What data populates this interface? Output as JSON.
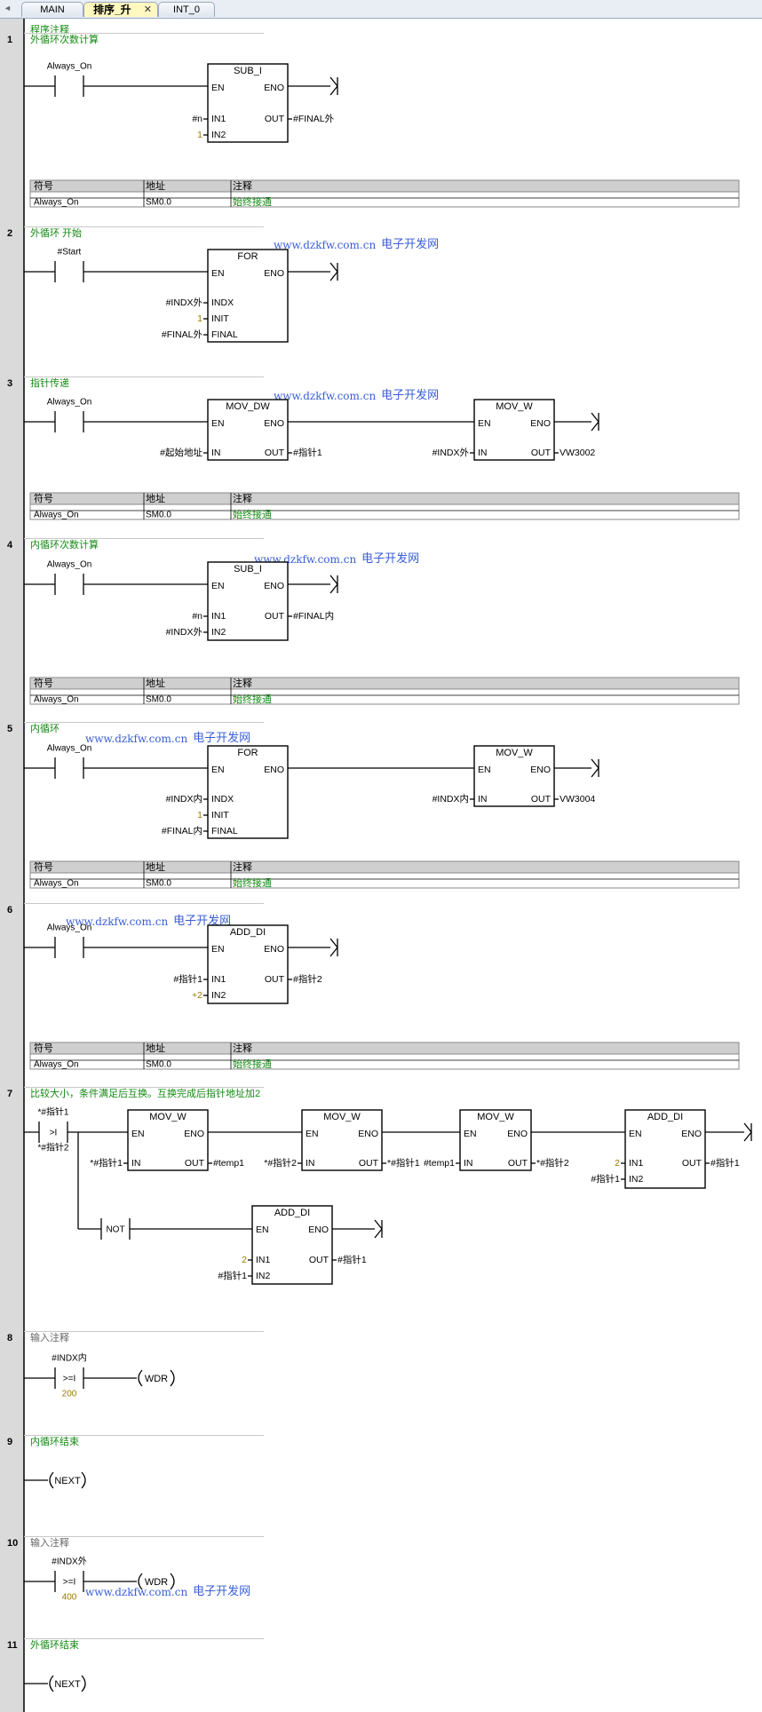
{
  "tabs": [
    {
      "label": "MAIN"
    },
    {
      "label": "排序_升",
      "active": true
    },
    {
      "label": "INT_0"
    }
  ],
  "program_comment": "程序注释",
  "networks": [
    {
      "number": "1",
      "title": "外循环次数计算"
    },
    {
      "number": "2",
      "title": "外循环  开始"
    },
    {
      "number": "3",
      "title": "指针传递"
    },
    {
      "number": "4",
      "title": "内循环次数计算"
    },
    {
      "number": "5",
      "title": "内循环"
    },
    {
      "number": "6",
      "title": ""
    },
    {
      "number": "7",
      "title": "比较大小，条件满足后互换。互换完成后指针地址加2"
    },
    {
      "number": "8",
      "title": "输入注释"
    },
    {
      "number": "9",
      "title": "内循环结束"
    },
    {
      "number": "10",
      "title": "输入注释"
    },
    {
      "number": "11",
      "title": "外循环结束"
    }
  ],
  "symbol_table": {
    "headers": [
      "符号",
      "地址",
      "注释"
    ],
    "row": [
      "Always_On",
      "SM0.0",
      "始终接通"
    ]
  },
  "contacts": {
    "always_on": "Always_On",
    "start": "#Start",
    "ptr1": "#指针1",
    "ptr2": "#指针2",
    "cmp_gt": ">I",
    "not": "NOT",
    "indx_in": "#INDX内",
    "indx_out": "#INDX外",
    "cmp_ge": ">=I",
    "cmp_200": "200",
    "cmp_400": "400"
  },
  "coils": {
    "wdr": "WDR",
    "next": "NEXT"
  },
  "boxes": {
    "sub_i": "SUB_I",
    "for": "FOR",
    "mov_dw": "MOV_DW",
    "mov_w": "MOV_W",
    "add_di": "ADD_DI"
  },
  "pins": {
    "en": "EN",
    "eno": "ENO",
    "in1": "IN1",
    "in2": "IN2",
    "out": "OUT",
    "in": "IN",
    "indx": "INDX",
    "init": "INIT",
    "final": "FINAL"
  },
  "operands": {
    "n": "#n",
    "one": "1",
    "two": "2",
    "plus_two": "+2",
    "final_out": "#FINAL外",
    "final_in": "#FINAL内",
    "indx_out": "#INDX外",
    "indx_in": "#INDX内",
    "start_addr": "#起始地址",
    "ptr1": "#指针1",
    "ptr2": "#指针2",
    "ptr1_ind": "*#指针1",
    "ptr2_ind": "*#指针2",
    "temp1": "#temp1",
    "vw3002": "VW3002",
    "vw3004": "VW3004"
  },
  "watermark": {
    "url": "www.dzkfw.com.cn",
    "cn": "电子开发网"
  }
}
